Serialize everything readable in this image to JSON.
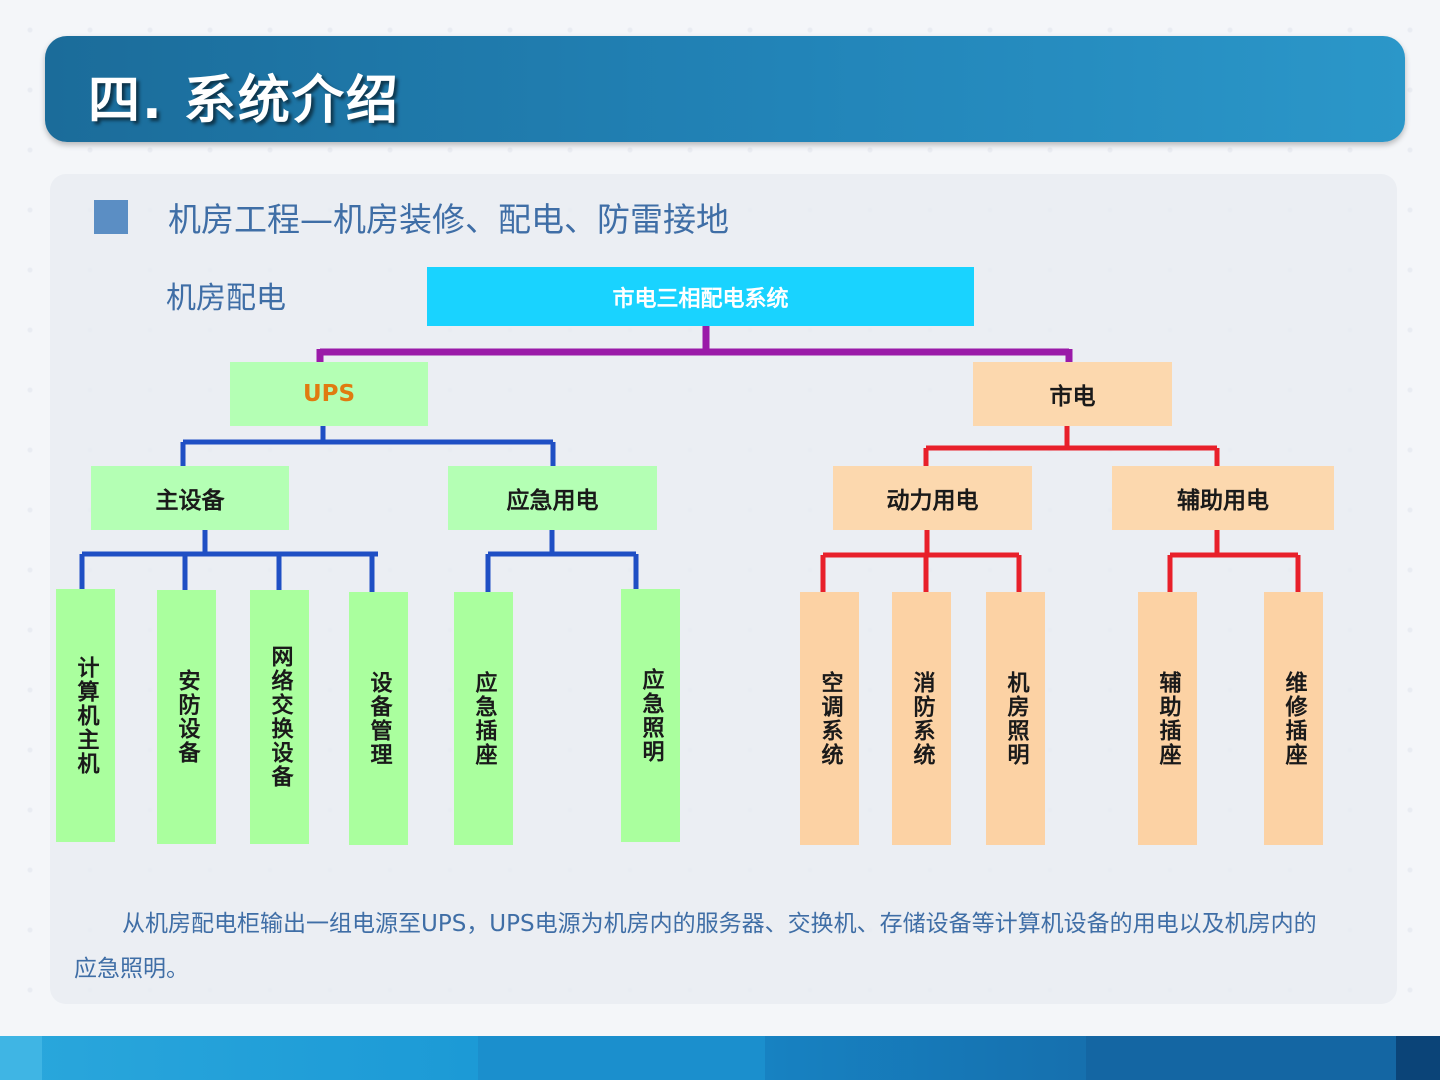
{
  "title": "四. 系统介绍",
  "subtitle": "机房工程—机房装修、配电、防雷接地",
  "section_label": "机房配电",
  "tree": {
    "root": "市电三相配电系统",
    "ups": "UPS",
    "city_power": "市电",
    "main_equipment": "主设备",
    "emergency_power": "应急用电",
    "power_usage": "动力用电",
    "aux_usage": "辅助用电",
    "leaves": {
      "computer_host": "计算机主机",
      "security": "安防设备",
      "network_switch": "网络交换设备",
      "device_mgmt": "设备管理",
      "emergency_socket": "应急插座",
      "emergency_light": "应急照明",
      "aircon": "空调系统",
      "fire": "消防系统",
      "room_light": "机房照明",
      "aux_socket": "辅助插座",
      "repair_socket": "维修插座"
    }
  },
  "description": "从机房配电柜输出一组电源至UPS，UPS电源为机房内的服务器、交换机、存储设备等计算机设备的用电以及机房内的应急照明。",
  "colors": {
    "header_bar": "#2284b8",
    "root_box": "#19d3ff",
    "green_box": "#b4ffb4",
    "orange_box": "#fcd8ae",
    "purple_line": "#9a1aa8",
    "blue_line": "#1f4fc4",
    "red_line": "#e8202a"
  }
}
